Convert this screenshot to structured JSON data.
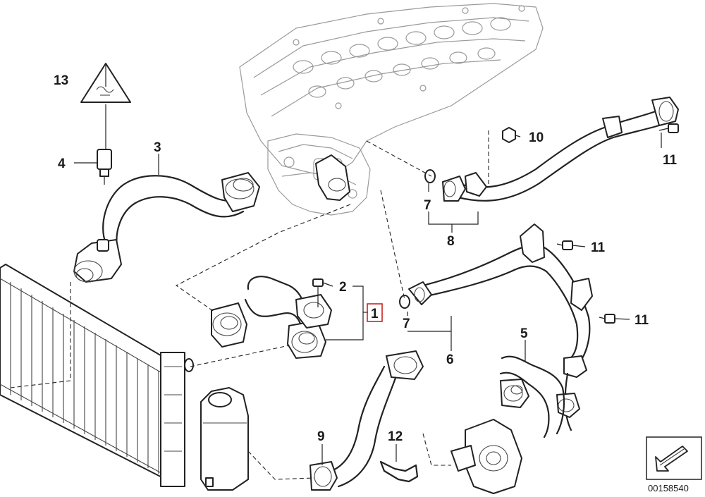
{
  "diagram": {
    "callouts": {
      "c1": "1",
      "c2": "2",
      "c3": "3",
      "c4": "4",
      "c5": "5",
      "c6": "6",
      "c7a": "7",
      "c7b": "7",
      "c8": "8",
      "c9": "9",
      "c10": "10",
      "c11a": "11",
      "c11b": "11",
      "c11c": "11",
      "c12": "12",
      "c13": "13"
    },
    "reference_code": "00158540",
    "highlight_color": "#cc2222"
  }
}
